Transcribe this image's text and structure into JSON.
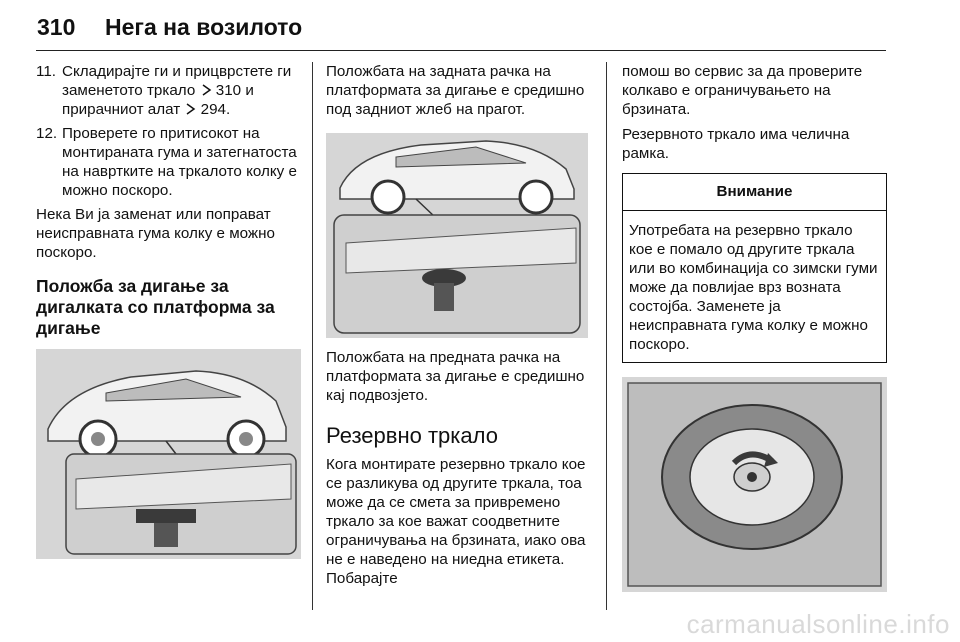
{
  "header": {
    "page_number": "310",
    "title": "Нега на возилото"
  },
  "col1": {
    "items": [
      {
        "num": "11.",
        "text_a": "Складирајте ги и прицврстете ги заменетото тркало",
        "ref1": "310",
        "text_b": "и прирачниот алат",
        "ref2": "294."
      },
      {
        "num": "12.",
        "text": "Проверете го притисокот на монтираната гума и затегнатоста на навртките на тркалото колку е можно поскоро."
      }
    ],
    "para": "Нека Ви ја заменат или поправат неисправната гума колку е можно поскоро.",
    "heading": "Положба за дигање за дигалката со платформа за дигање"
  },
  "col2": {
    "para1": "Положбата на задната рачка на платформата за дигање е средишно под задниот жлеб на прагот.",
    "para2": "Положбата на предната рачка на платформата за дигање е средишно кај подвозјето.",
    "heading": "Резервно тркало",
    "para3": "Кога монтирате резервно тркало кое се разликува од другите тркала, тоа може да се смета за привремено тркало за кое важат соодветните ограничувања на брзината, иако ова не е наведено на ниедна етикета. Побарајте"
  },
  "col3": {
    "para1": "помош во сервис за да проверите колкаво е ограничувањето на брзината.",
    "para2": "Резервното тркало има челична рамка.",
    "notice": {
      "title": "Внимание",
      "body": "Употребата на резервно тркало кое е помало од другите тркала или во комбинација со зимски гуми може да повлијае врз возната состојба. Заменете ја неисправната гума колку е можно поскоро."
    }
  },
  "watermark": "carmanualsonline.info",
  "colors": {
    "text": "#111111",
    "figure_bg": "#d6d6d6",
    "figure_dark": "#3a3a3a",
    "watermark": "#d9d9d9"
  },
  "icons": [
    "page-ref-arrow-icon"
  ]
}
